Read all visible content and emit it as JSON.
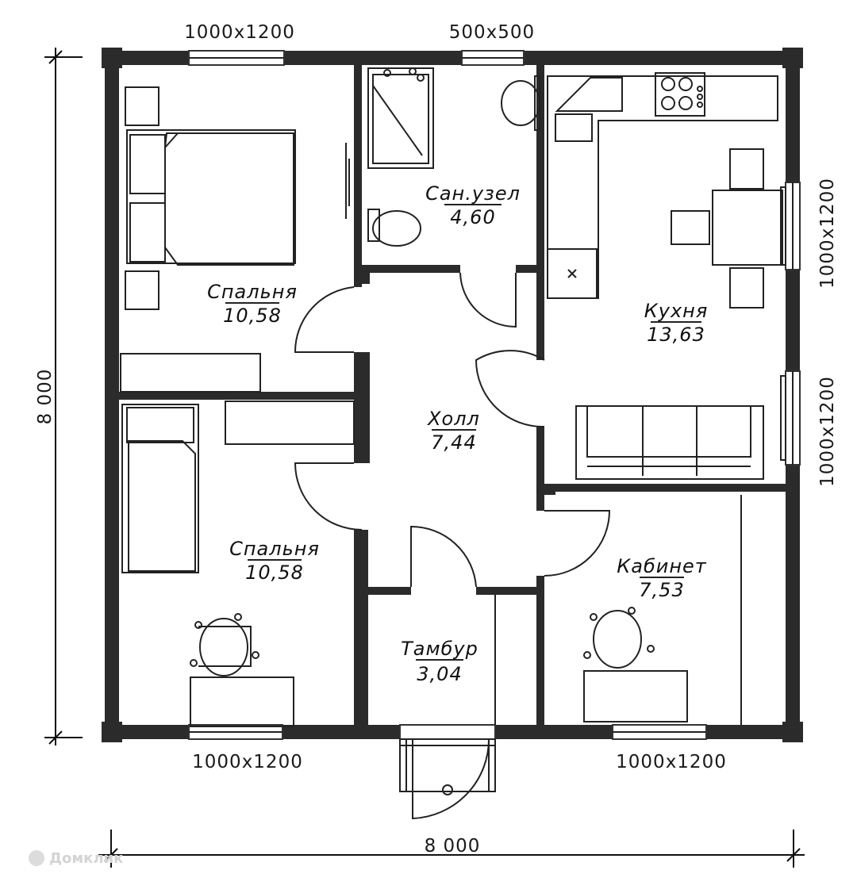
{
  "dimensions": {
    "overall_width": "8 000",
    "overall_height": "8 000"
  },
  "windows": {
    "top_left": "1000x1200",
    "top_middle": "500x500",
    "right_upper": "1000x1200",
    "right_lower": "1000x1200",
    "bottom_left": "1000x1200",
    "bottom_right": "1000x1200"
  },
  "rooms": {
    "bedroom_top": {
      "name": "Спальня",
      "area": "10,58"
    },
    "bathroom": {
      "name": "Сан.узел",
      "area": "4,60"
    },
    "kitchen": {
      "name": "Кухня",
      "area": "13,63"
    },
    "hall": {
      "name": "Холл",
      "area": "7,44"
    },
    "bedroom_bottom": {
      "name": "Спальня",
      "area": "10,58"
    },
    "vestibule": {
      "name": "Тамбур",
      "area": "3,04"
    },
    "study": {
      "name": "Кабинет",
      "area": "7,53"
    }
  },
  "watermark": "Домклик"
}
